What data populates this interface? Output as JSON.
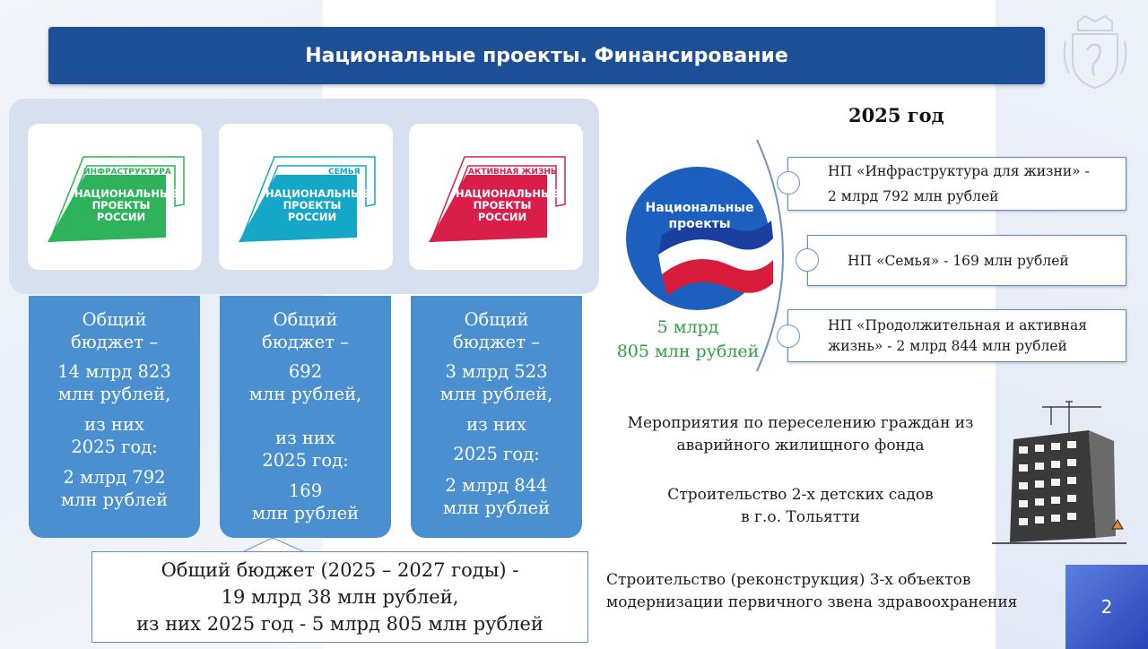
{
  "slide": {
    "title": "Национальные проекты. Финансирование",
    "page_number": "2",
    "colors": {
      "title_bar": "#1d4f97",
      "column": "#4a90d0",
      "infra": "#2eb35a",
      "family": "#14a7c8",
      "active": "#d91e4a",
      "green_text": "#2ea043"
    }
  },
  "cards": [
    {
      "category": "ИНФРАСТРУКТУРА",
      "logo_line1": "НАЦИОНАЛЬНЫЕ",
      "logo_line2": "ПРОЕКТЫ",
      "logo_line3": "РОССИИ",
      "budget_label_1": "Общий",
      "budget_label_2": "бюджет –",
      "budget_value_1": "14 млрд 823",
      "budget_value_2": "млн рублей,",
      "of_them_1": "из них",
      "of_them_2": "2025 год:",
      "year_value_1": "2 млрд 792",
      "year_value_2": "млн рублей"
    },
    {
      "category": "СЕМЬЯ",
      "logo_line1": "НАЦИОНАЛЬНЫЕ",
      "logo_line2": "ПРОЕКТЫ",
      "logo_line3": "РОССИИ",
      "budget_label_1": "Общий",
      "budget_label_2": "бюджет –",
      "budget_value_1": "692",
      "budget_value_2": "млн рублей,",
      "of_them_1": "из них",
      "of_them_2": "2025 год:",
      "year_value_1": "169",
      "year_value_2": "млн рублей"
    },
    {
      "category": "АКТИВНАЯ ЖИЗНЬ",
      "logo_line1": "НАЦИОНАЛЬНЫЕ",
      "logo_line2": "ПРОЕКТЫ",
      "logo_line3": "РОССИИ",
      "budget_label_1": "Общий",
      "budget_label_2": "бюджет –",
      "budget_value_1": "3 млрд 523",
      "budget_value_2": "млн рублей,",
      "of_them_1": "из них",
      "of_them_2": "2025 год:",
      "year_value_1": "2 млрд 844",
      "year_value_2": "млн рублей"
    }
  ],
  "summary": {
    "line1": "Общий бюджет (2025 – 2027 годы) -",
    "line2": "19 млрд 38 млн рублей,",
    "line3": "из них 2025 год - 5 млрд 805 млн рублей"
  },
  "year_block": {
    "year_title": "2025 год",
    "logo_line1": "Национальные",
    "logo_line2": "проекты",
    "total_line1": "5 млрд",
    "total_line2": "805 млн рублей",
    "projects": [
      {
        "line1": "НП «Инфраструктура для жизни» -",
        "line2": "2 млрд 792 млн рублей"
      },
      {
        "line1": "НП «Семья» - 169 млн рублей"
      },
      {
        "line1": "НП «Продолжительная и активная",
        "line2": "жизнь» - 2 млрд 844 млн рублей"
      }
    ]
  },
  "activities": [
    {
      "line1": "Мероприятия  по переселению граждан из",
      "line2": "аварийного жилищного фонда"
    },
    {
      "line1": "Строительство  2-х детских садов",
      "line2": "в г.о. Тольятти"
    },
    {
      "line1": "Строительство  (реконструкция) 3-х объектов",
      "line2": "модернизации первичного звена здравоохранения"
    }
  ]
}
